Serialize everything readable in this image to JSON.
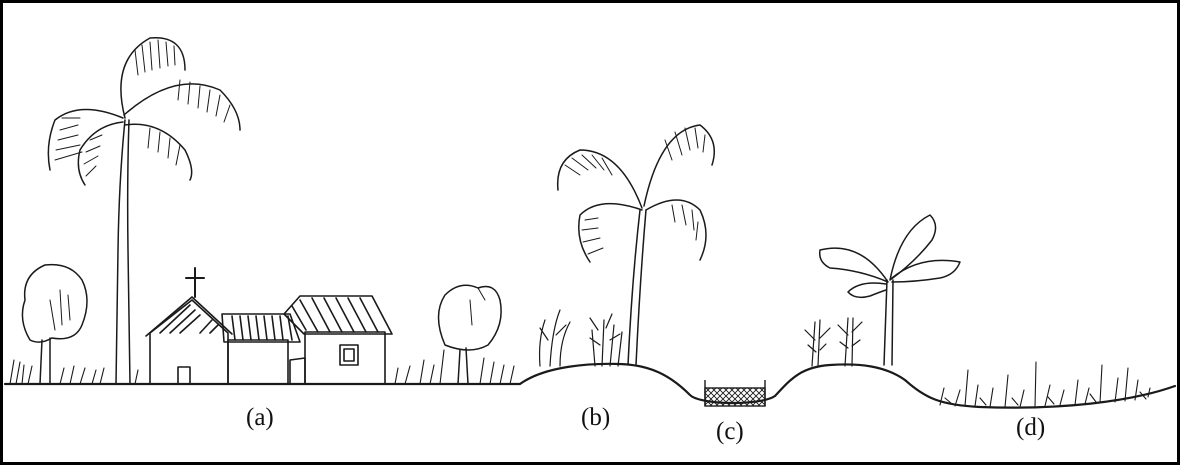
{
  "labels": {
    "a": "(a)",
    "b": "(b)",
    "c": "(c)",
    "d": "(d)"
  },
  "colors": {
    "ink": "#1a1a1a",
    "background": "#ffffff"
  }
}
